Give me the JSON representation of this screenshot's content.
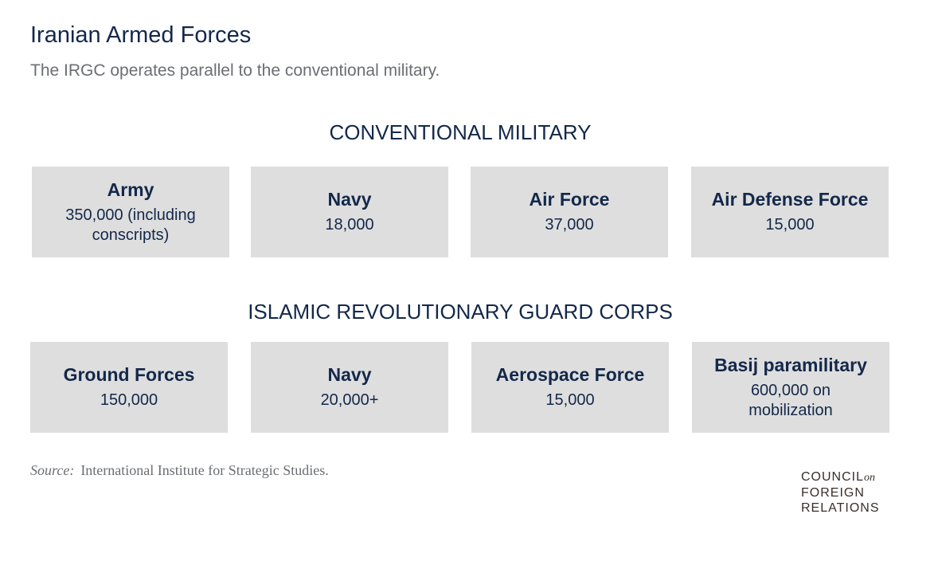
{
  "header": {
    "title": "Iranian Armed Forces",
    "subtitle": "The IRGC operates parallel to the conventional military."
  },
  "conventional": {
    "heading": "CONVENTIONAL MILITARY",
    "units": [
      {
        "name": "Army",
        "value": "350,000 (including conscripts)"
      },
      {
        "name": "Navy",
        "value": "18,000"
      },
      {
        "name": "Air Force",
        "value": "37,000"
      },
      {
        "name": "Air Defense Force",
        "value": "15,000"
      }
    ]
  },
  "irgc": {
    "heading": "ISLAMIC REVOLUTIONARY GUARD CORPS",
    "units": [
      {
        "name": "Ground Forces",
        "value": "150,000"
      },
      {
        "name": "Navy",
        "value": "20,000+"
      },
      {
        "name": "Aerospace Force",
        "value": "15,000"
      },
      {
        "name": "Basij paramilitary",
        "value": "600,000 on mobilization"
      }
    ]
  },
  "footer": {
    "source_label": "Source:",
    "source_text": "International Institute for Strategic Studies.",
    "logo": {
      "line1": "COUNCIL",
      "on": "on",
      "line2": "FOREIGN",
      "line3": "RELATIONS"
    }
  }
}
